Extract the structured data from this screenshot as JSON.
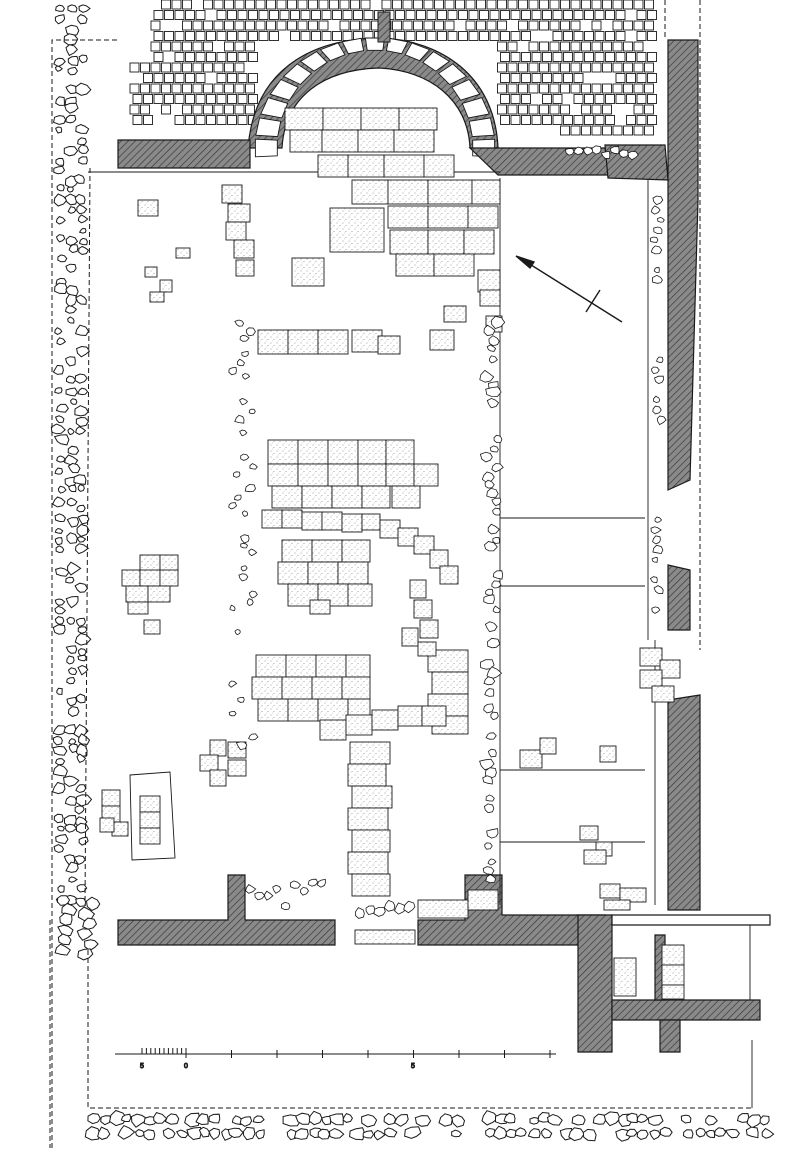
{
  "plan": {
    "colors": {
      "ink": "#1a1a1a",
      "wall_fill": "#7d7d7d",
      "hatch": "#444444",
      "stone_fill": "#ffffff",
      "stipple": "#888888",
      "paper": "#ffffff"
    },
    "scale_bar": {
      "labels": [
        "5",
        "0",
        "5"
      ]
    },
    "north_arrow": {
      "icon": "north-arrow-icon"
    }
  }
}
